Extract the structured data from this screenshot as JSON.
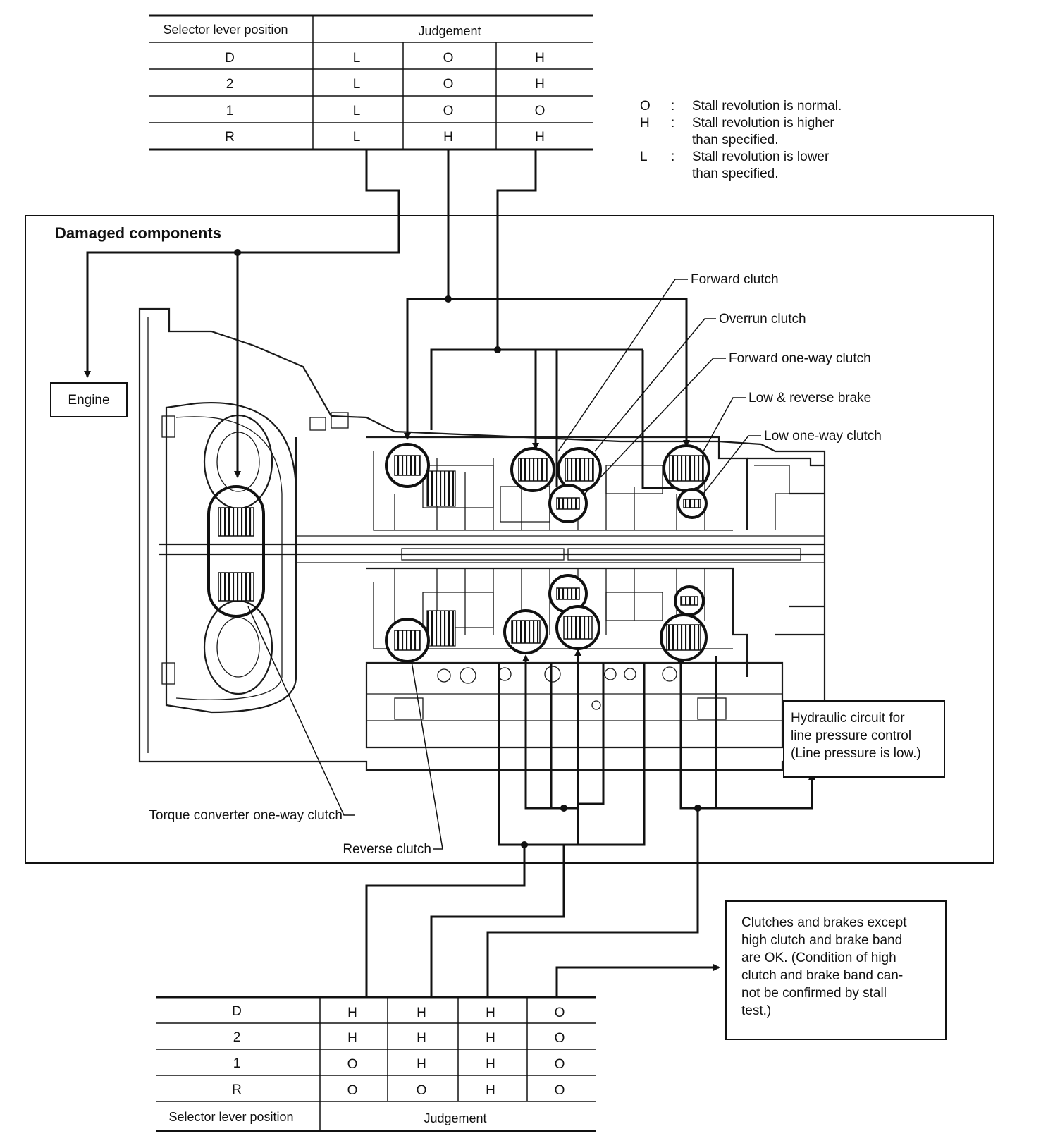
{
  "top_table": {
    "header_selector": "Selector lever position",
    "header_judgement": "Judgement",
    "rows": [
      {
        "pos": "D",
        "c1": "L",
        "c2": "O",
        "c3": "H"
      },
      {
        "pos": "2",
        "c1": "L",
        "c2": "O",
        "c3": "H"
      },
      {
        "pos": "1",
        "c1": "L",
        "c2": "O",
        "c3": "O"
      },
      {
        "pos": "R",
        "c1": "L",
        "c2": "H",
        "c3": "H"
      }
    ]
  },
  "legend": [
    {
      "sym": "O",
      "sep": ":",
      "l1": "Stall revolution is normal.",
      "l2": ""
    },
    {
      "sym": "H",
      "sep": ":",
      "l1": "Stall revolution is higher",
      "l2": "than specified."
    },
    {
      "sym": "L",
      "sep": ":",
      "l1": "Stall revolution is lower",
      "l2": "than specified."
    }
  ],
  "panel": {
    "title": "Damaged components",
    "engine": "Engine",
    "labels": {
      "forward_clutch": "Forward clutch",
      "overrun_clutch": "Overrun clutch",
      "forward_one_way": "Forward one-way clutch",
      "low_reverse_brake": "Low & reverse brake",
      "low_one_way": "Low one-way clutch",
      "torque_converter": "Torque converter one-way clutch",
      "reverse_clutch": "Reverse clutch"
    },
    "hydraulic": [
      "Hydraulic circuit for",
      "line pressure control",
      "(Line pressure is low.)"
    ]
  },
  "ok_note": [
    "Clutches and brakes except",
    "high clutch and brake band",
    "are OK. (Condition of high",
    "clutch and brake band can-",
    "not be confirmed by stall",
    "test.)"
  ],
  "bottom_table": {
    "footer_selector": "Selector lever position",
    "footer_judgement": "Judgement",
    "rows": [
      {
        "pos": "D",
        "c1": "H",
        "c2": "H",
        "c3": "H",
        "c4": "O"
      },
      {
        "pos": "2",
        "c1": "H",
        "c2": "H",
        "c3": "H",
        "c4": "O"
      },
      {
        "pos": "1",
        "c1": "O",
        "c2": "H",
        "c3": "H",
        "c4": "O"
      },
      {
        "pos": "R",
        "c1": "O",
        "c2": "O",
        "c3": "H",
        "c4": "O"
      }
    ]
  }
}
